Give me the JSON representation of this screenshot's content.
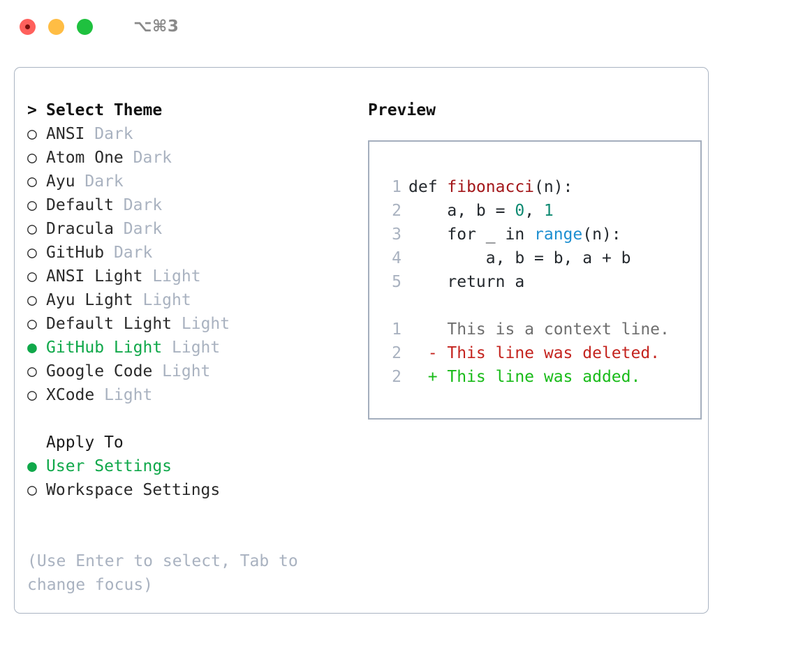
{
  "window": {
    "shortcut": "⌥⌘3",
    "traffic_lights": [
      "close",
      "minimize",
      "zoom"
    ],
    "colors": {
      "close": "#ff605c",
      "minimize": "#ffbd44",
      "zoom": "#1fc13f",
      "accent_green": "#10a84a",
      "border": "#aab4c2",
      "muted": "#a9b2c0"
    }
  },
  "theme_panel": {
    "marker": ">",
    "title": "Select Theme",
    "bullet_unselected": "○",
    "bullet_selected": "●",
    "options": [
      {
        "label": "ANSI",
        "variant": "Dark",
        "selected": false
      },
      {
        "label": "Atom One",
        "variant": "Dark",
        "selected": false
      },
      {
        "label": "Ayu",
        "variant": "Dark",
        "selected": false
      },
      {
        "label": "Default",
        "variant": "Dark",
        "selected": false
      },
      {
        "label": "Dracula",
        "variant": "Dark",
        "selected": false
      },
      {
        "label": "GitHub",
        "variant": "Dark",
        "selected": false
      },
      {
        "label": "ANSI Light",
        "variant": "Light",
        "selected": false
      },
      {
        "label": "Ayu Light",
        "variant": "Light",
        "selected": false
      },
      {
        "label": "Default Light",
        "variant": "Light",
        "selected": false
      },
      {
        "label": "GitHub Light",
        "variant": "Light",
        "selected": true
      },
      {
        "label": "Google Code",
        "variant": "Light",
        "selected": false
      },
      {
        "label": "XCode",
        "variant": "Light",
        "selected": false
      }
    ]
  },
  "apply_panel": {
    "title": "Apply To",
    "options": [
      {
        "label": "User Settings",
        "selected": true
      },
      {
        "label": "Workspace Settings",
        "selected": false
      }
    ]
  },
  "help": {
    "text": "(Use Enter to select, Tab to change focus)"
  },
  "preview": {
    "heading": "Preview",
    "code_lines": [
      {
        "n": "1",
        "tokens": [
          {
            "t": "def ",
            "c": "plain"
          },
          {
            "t": "fibonacci",
            "c": "fn"
          },
          {
            "t": "(n):",
            "c": "plain"
          }
        ]
      },
      {
        "n": "2",
        "tokens": [
          {
            "t": "    a, b = ",
            "c": "plain"
          },
          {
            "t": "0",
            "c": "num"
          },
          {
            "t": ", ",
            "c": "plain"
          },
          {
            "t": "1",
            "c": "num"
          }
        ]
      },
      {
        "n": "3",
        "tokens": [
          {
            "t": "    for _ in ",
            "c": "plain"
          },
          {
            "t": "range",
            "c": "call"
          },
          {
            "t": "(n):",
            "c": "plain"
          }
        ]
      },
      {
        "n": "4",
        "tokens": [
          {
            "t": "        a, b = b, a + b",
            "c": "plain"
          }
        ]
      },
      {
        "n": "5",
        "tokens": [
          {
            "t": "    return a",
            "c": "plain"
          }
        ]
      }
    ],
    "diff_lines": [
      {
        "n": "1",
        "sign": " ",
        "text": "This is a context line.",
        "kind": "context"
      },
      {
        "n": "2",
        "sign": "-",
        "text": "This line was deleted.",
        "kind": "del"
      },
      {
        "n": "2",
        "sign": "+",
        "text": "This line was added.",
        "kind": "add"
      }
    ]
  }
}
